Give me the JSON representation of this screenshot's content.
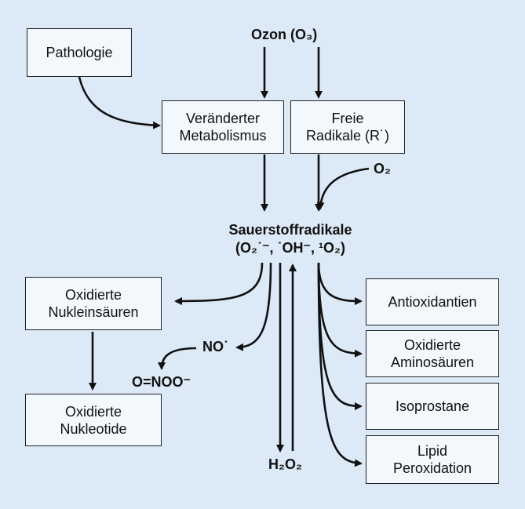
{
  "boxes": {
    "pathologie": [
      "Pathologie"
    ],
    "metabolismus": [
      "Veränderter",
      "Metabolismus"
    ],
    "radikale": [
      "Freie",
      "Radikale (R˙)"
    ],
    "nukleinsaeuren": [
      "Oxidierte",
      "Nukleinsäuren"
    ],
    "nukleotide": [
      "Oxidierte",
      "Nukleotide"
    ],
    "antioxidantien": [
      "Antioxidantien"
    ],
    "aminosaeuren": [
      "Oxidierte",
      "Aminosäuren"
    ],
    "isoprostane": [
      "Isoprostane"
    ],
    "lipid": [
      "Lipid",
      "Peroxidation"
    ]
  },
  "labels": {
    "ozon": "Ozon (O₃)",
    "o2": "O₂",
    "sauerstoff_title": "Sauerstoffradikale",
    "sauerstoff_species": "(O₂˙⁻, ˙OH⁻, ¹O₂)",
    "no": "NO˙",
    "onoo": "O=NOO⁻",
    "h2o2": "H₂O₂"
  },
  "colors": {
    "background": "#dce9f6",
    "box_fill": "#f3f8fd",
    "stroke": "#111111"
  }
}
